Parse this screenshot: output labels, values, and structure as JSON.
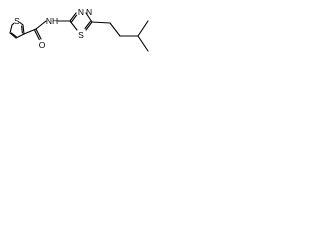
{
  "molecule": {
    "atoms": {
      "s_thiophene": "S",
      "o_carbonyl": "O",
      "nh_amide": "NH",
      "n3": "N",
      "n4": "N",
      "s_thiadiazole": "S"
    },
    "colors": {
      "bond": "#000000",
      "label": "#000000",
      "background": "#ffffff"
    }
  }
}
